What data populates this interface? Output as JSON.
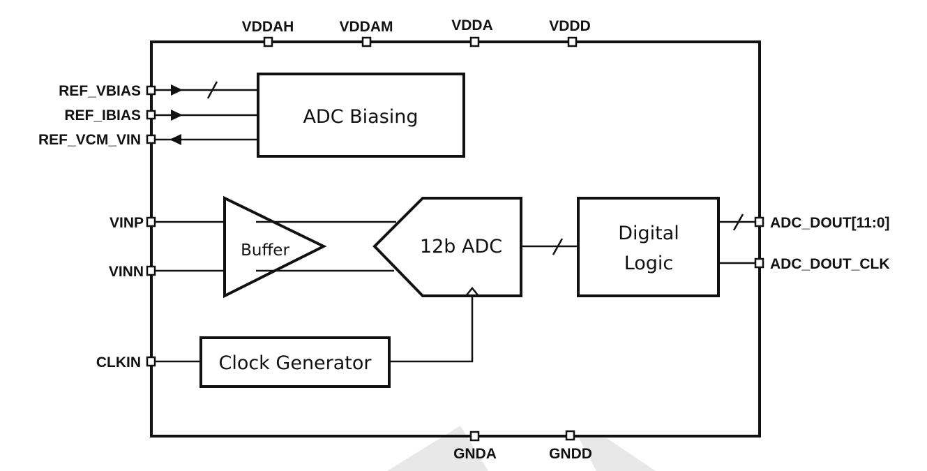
{
  "diagram": {
    "type": "block-diagram",
    "supply_pins": [
      "VDDAH",
      "VDDAM",
      "VDDA",
      "VDDD"
    ],
    "ground_pins": [
      "GNDA",
      "GNDD"
    ],
    "left_pins": {
      "ref_vbias": "REF_VBIAS",
      "ref_ibias": "REF_IBIAS",
      "ref_vcm_vin": "REF_VCM_VIN",
      "vinp": "VINP",
      "vinn": "VINN",
      "clkin": "CLKIN"
    },
    "right_pins": {
      "adc_dout": "ADC_DOUT[11:0]",
      "adc_dout_clk": "ADC_DOUT_CLK"
    },
    "blocks": {
      "adc_biasing": "ADC Biasing",
      "buffer": "Buffer",
      "adc": "12b ADC",
      "digital_logic_line1": "Digital",
      "digital_logic_line2": "Logic",
      "clock_generator": "Clock Generator"
    },
    "colors": {
      "line": "#111111",
      "background": "#ffffff",
      "watermark": "#e6e6e6"
    }
  }
}
